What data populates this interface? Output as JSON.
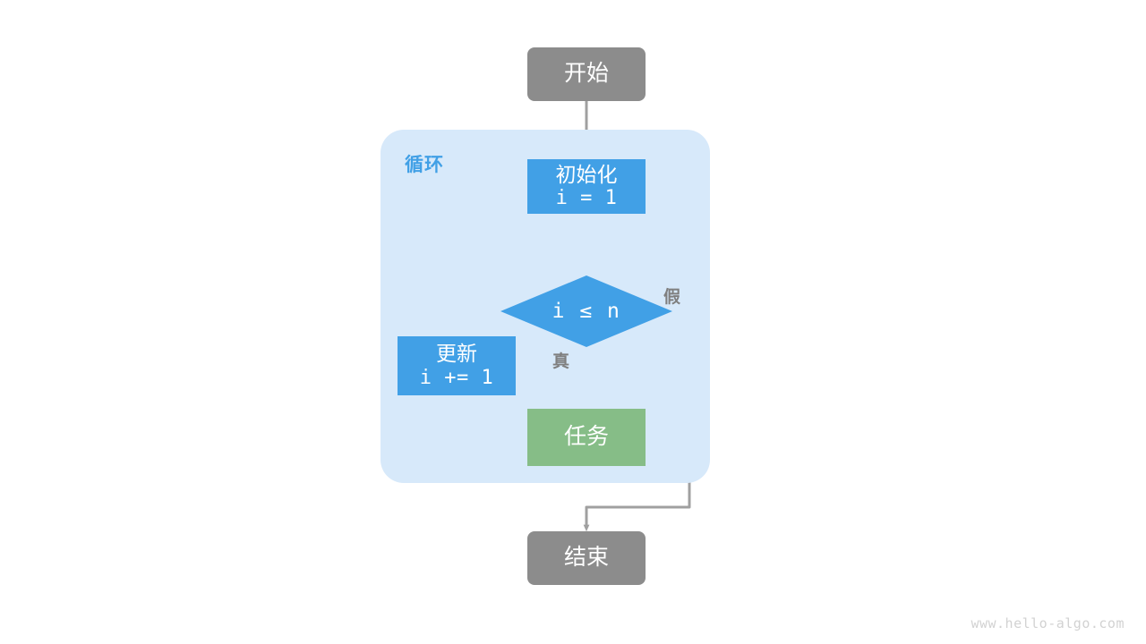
{
  "diagram": {
    "title": "for-loop-flowchart",
    "colors": {
      "terminal": "#8c8c8c",
      "process": "#41a0e6",
      "task": "#86bd87",
      "loop_background": "#d7e9fa",
      "connector": "#a0a0a0",
      "label": "#7f7f7f",
      "watermark": "#d2d2d2",
      "canvas": "#ffffff"
    },
    "nodes": {
      "start": {
        "label": "开始"
      },
      "init": {
        "label": "初始化",
        "expression": "i = 1"
      },
      "decision": {
        "label": "i ≤ n"
      },
      "update": {
        "label": "更新",
        "expression": "i += 1"
      },
      "task": {
        "label": "任务"
      },
      "end": {
        "label": "结束"
      }
    },
    "group": {
      "loop_label": "循环"
    },
    "edge_labels": {
      "true": "真",
      "false": "假"
    },
    "watermark": "www.hello-algo.com"
  }
}
